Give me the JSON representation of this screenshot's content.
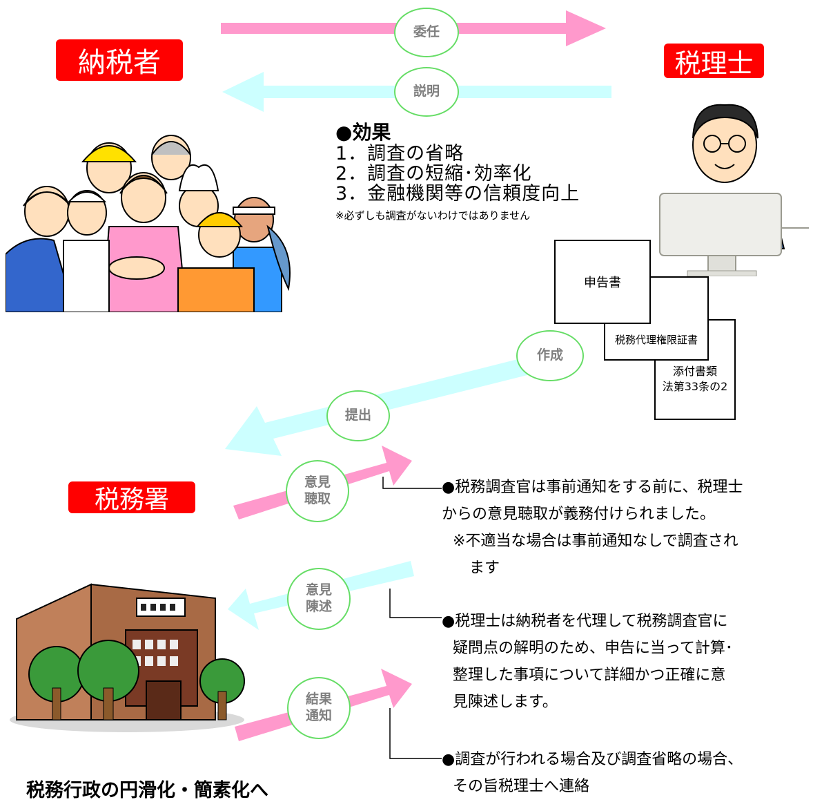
{
  "labels": {
    "taxpayer": "納税者",
    "accountant": "税理士",
    "tax_office": "税務署"
  },
  "arrows": {
    "entrust": "委任",
    "explain": "説明",
    "create": "作成",
    "submit": "提出",
    "hearing": [
      "意見",
      "聴取"
    ],
    "statement": [
      "意見",
      "陳述"
    ],
    "result": [
      "結果",
      "通知"
    ]
  },
  "effects": {
    "heading": "●効果",
    "items": [
      "1．調査の省略",
      "2．調査の短縮･効率化",
      "3．金融機関等の信頼度向上"
    ],
    "note": "※必ずしも調査がないわけではありません"
  },
  "documents": {
    "return": "申告書",
    "power_of_attorney": "税務代理権限証書",
    "attachment": [
      "添付書類",
      "法第33条の2"
    ]
  },
  "notes": {
    "hearing": {
      "lines": [
        "●税務調査官は事前通知をする前に、税理士",
        "からの意見聴取が義務付けられました。"
      ],
      "sub": [
        "※不適当な場合は事前通知なしで調査され",
        "ます"
      ]
    },
    "statement": {
      "lines": [
        "●税理士は納税者を代理して税務調査官に",
        "疑問点の解明のため、申告に当って計算･",
        "整理した事項について詳細かつ正確に意",
        "見陳述します。"
      ]
    },
    "result": {
      "lines": [
        "●調査が行われる場合及び調査省略の場合、",
        "その旨税理士へ連絡"
      ]
    }
  },
  "footer": "税務行政の円滑化・簡素化へ",
  "colors": {
    "label_red": "#ff0000",
    "arrow_pink": "#ff99cc",
    "arrow_cyan": "#ccffff",
    "circle_border": "#66dd66",
    "circle_text": "#7f7f7f"
  },
  "icons": {
    "taxpayers_illustration": "group-of-workers-illustration",
    "accountant_illustration": "accountant-at-computer-illustration",
    "tax_office_illustration": "office-building-illustration"
  }
}
